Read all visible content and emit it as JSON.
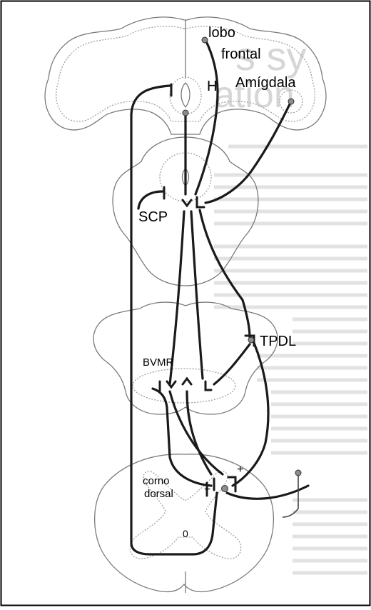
{
  "labels": {
    "lobo": "lobo",
    "frontal": "frontal",
    "amigdala": "Amígdala",
    "h": "H",
    "scp": "SCP",
    "tpdl": "TPDL",
    "bvmr": "BVMR",
    "corno": "corno",
    "dorsal": "dorsal",
    "plus": "+",
    "minus": "−",
    "zero": "0"
  },
  "background_text": {
    "line1": "s sy",
    "line2": "ation"
  },
  "colors": {
    "pathway": "#1a1a1a",
    "outline": "#7a7a7a",
    "dotted": "#9a9a9a",
    "soma_fill": "#8c8c8c",
    "background_text": "#d4d4d4",
    "frame": "#000000"
  }
}
